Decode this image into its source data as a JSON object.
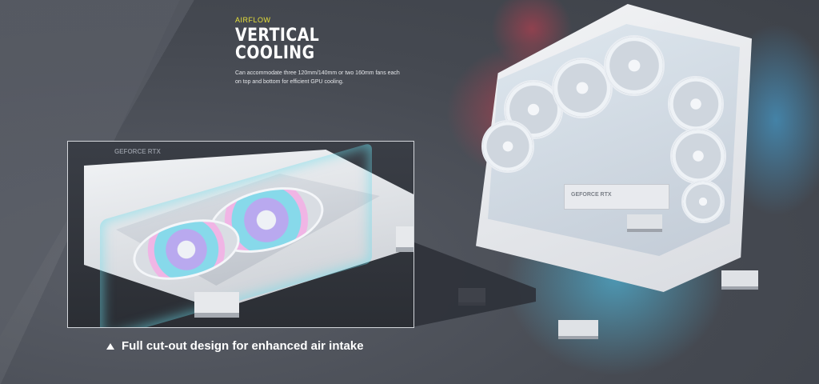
{
  "header": {
    "eyebrow": "AIRFLOW",
    "title": "VERTICAL COOLING",
    "description": "Can accommodate three 120mm/140mm or two 160mm fans each on top and bottom for efficient GPU cooling."
  },
  "product": {
    "gpu_label": "GEFORCE RTX"
  },
  "inset": {
    "gpu_label": "GEFORCE RTX"
  },
  "caption": {
    "text": "Full cut-out design for enhanced air intake",
    "icon": "triangle-up-icon"
  },
  "colors": {
    "background": "#4a4e57",
    "accent": "#e6e03a",
    "glow_blue": "#50c8f0",
    "glow_red": "#e63c50"
  }
}
